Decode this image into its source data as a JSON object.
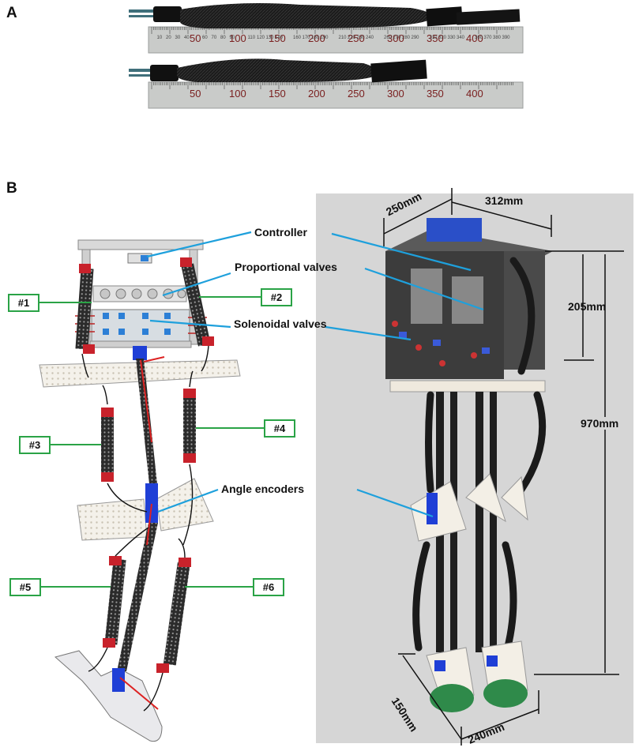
{
  "panels": {
    "a": "A",
    "b": "B"
  },
  "ruler_top": {
    "major_labels": [
      "50",
      "100",
      "150",
      "200",
      "250",
      "300",
      "350",
      "400"
    ],
    "minor_labels": [
      "10",
      "20",
      "30",
      "40",
      "60",
      "70",
      "80",
      "90",
      "110",
      "120",
      "130",
      "140",
      "160",
      "170",
      "180",
      "190",
      "210",
      "220",
      "230",
      "240",
      "260",
      "270",
      "280",
      "290",
      "310",
      "320",
      "330",
      "340",
      "360",
      "370",
      "380",
      "390"
    ]
  },
  "ruler_bottom": {
    "major_labels": [
      "50",
      "100",
      "150",
      "200",
      "250",
      "300",
      "350",
      "400"
    ]
  },
  "muscles": {
    "tags": [
      "#1",
      "#2",
      "#3",
      "#4",
      "#5",
      "#6"
    ]
  },
  "callouts": {
    "controller": "Controller",
    "proportional_valves": "Proportional valves",
    "solenoidal_valves": "Solenoidal valves",
    "angle_encoders": "Angle encoders"
  },
  "dimensions": {
    "depth": "250mm",
    "width": "312mm",
    "torso_height": "205mm",
    "total_height": "970mm",
    "foot_length": "150mm",
    "foot_width": "240mm"
  },
  "colors": {
    "tag_border": "#2aa346",
    "callout_line": "#1ea0dc",
    "muscle_end": "#c8222b",
    "encoder_blue": "#1f3fd6",
    "photo_background": "#d6d6d6"
  }
}
